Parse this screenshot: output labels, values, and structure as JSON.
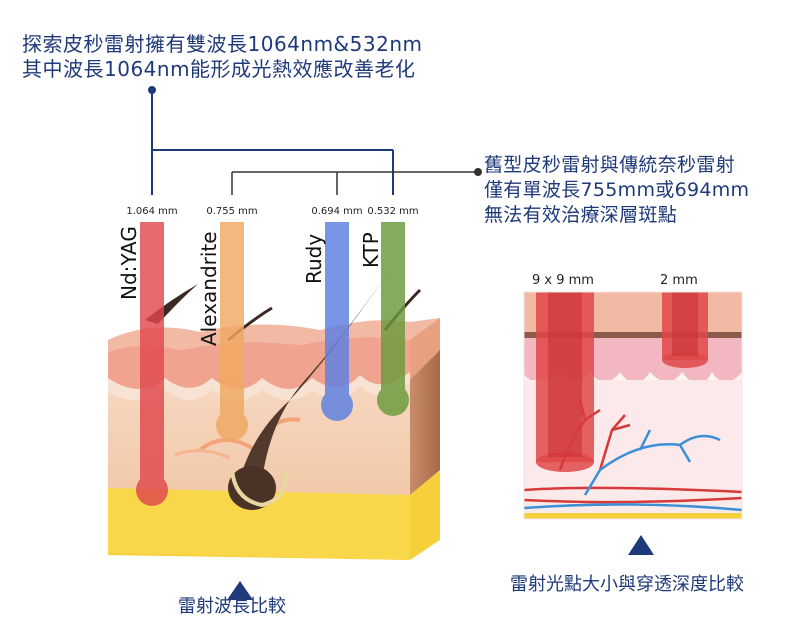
{
  "top_note": {
    "line1": "探索皮秒雷射擁有雙波長1064nm&532nm",
    "line2": "其中波長1064nm能形成光熱效應改善老化"
  },
  "right_note": {
    "line1": "舊型皮秒雷射與傳統奈秒雷射",
    "line2": "僅有單波長755mm或694mm",
    "line3": "無法有效治療深層斑點"
  },
  "lasers": [
    {
      "name": "Nd:YAG",
      "wavelength": "1.064 mm",
      "color": "#e0484c"
    },
    {
      "name": "Alexandrite",
      "wavelength": "0.755 mm",
      "color": "#f0a860"
    },
    {
      "name": "Rudy",
      "wavelength": "0.694 mm",
      "color": "#5b7fe0"
    },
    {
      "name": "KTP",
      "wavelength": "0.532 mm",
      "color": "#6a9a3a"
    }
  ],
  "spot_sizes": {
    "large": "9 x 9 mm",
    "small": "2 mm"
  },
  "captions": {
    "left": "雷射波長比較",
    "right": "雷射光點大小與穿透深度比較"
  },
  "colors": {
    "accent": "#1f3a7a"
  }
}
